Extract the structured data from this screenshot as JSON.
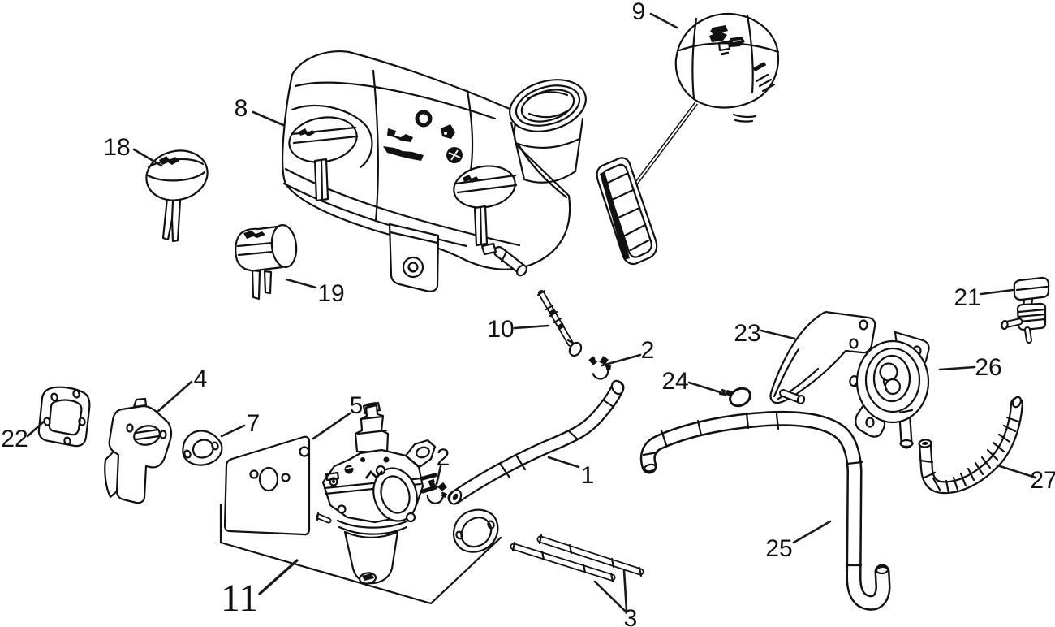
{
  "diagram": {
    "background_color": "#ffffff",
    "line_color": "#111111",
    "label_color": "#111111",
    "callouts": [
      {
        "label": "9"
      },
      {
        "label": "8"
      },
      {
        "label": "18"
      },
      {
        "label": "19"
      },
      {
        "label": "10"
      },
      {
        "label": "2"
      },
      {
        "label": "21"
      },
      {
        "label": "23"
      },
      {
        "label": "26"
      },
      {
        "label": "24"
      },
      {
        "label": "4"
      },
      {
        "label": "22"
      },
      {
        "label": "7"
      },
      {
        "label": "5"
      },
      {
        "label": "2"
      },
      {
        "label": "1"
      },
      {
        "label": "27"
      },
      {
        "label": "25"
      },
      {
        "label": "11"
      },
      {
        "label": "3"
      }
    ]
  }
}
